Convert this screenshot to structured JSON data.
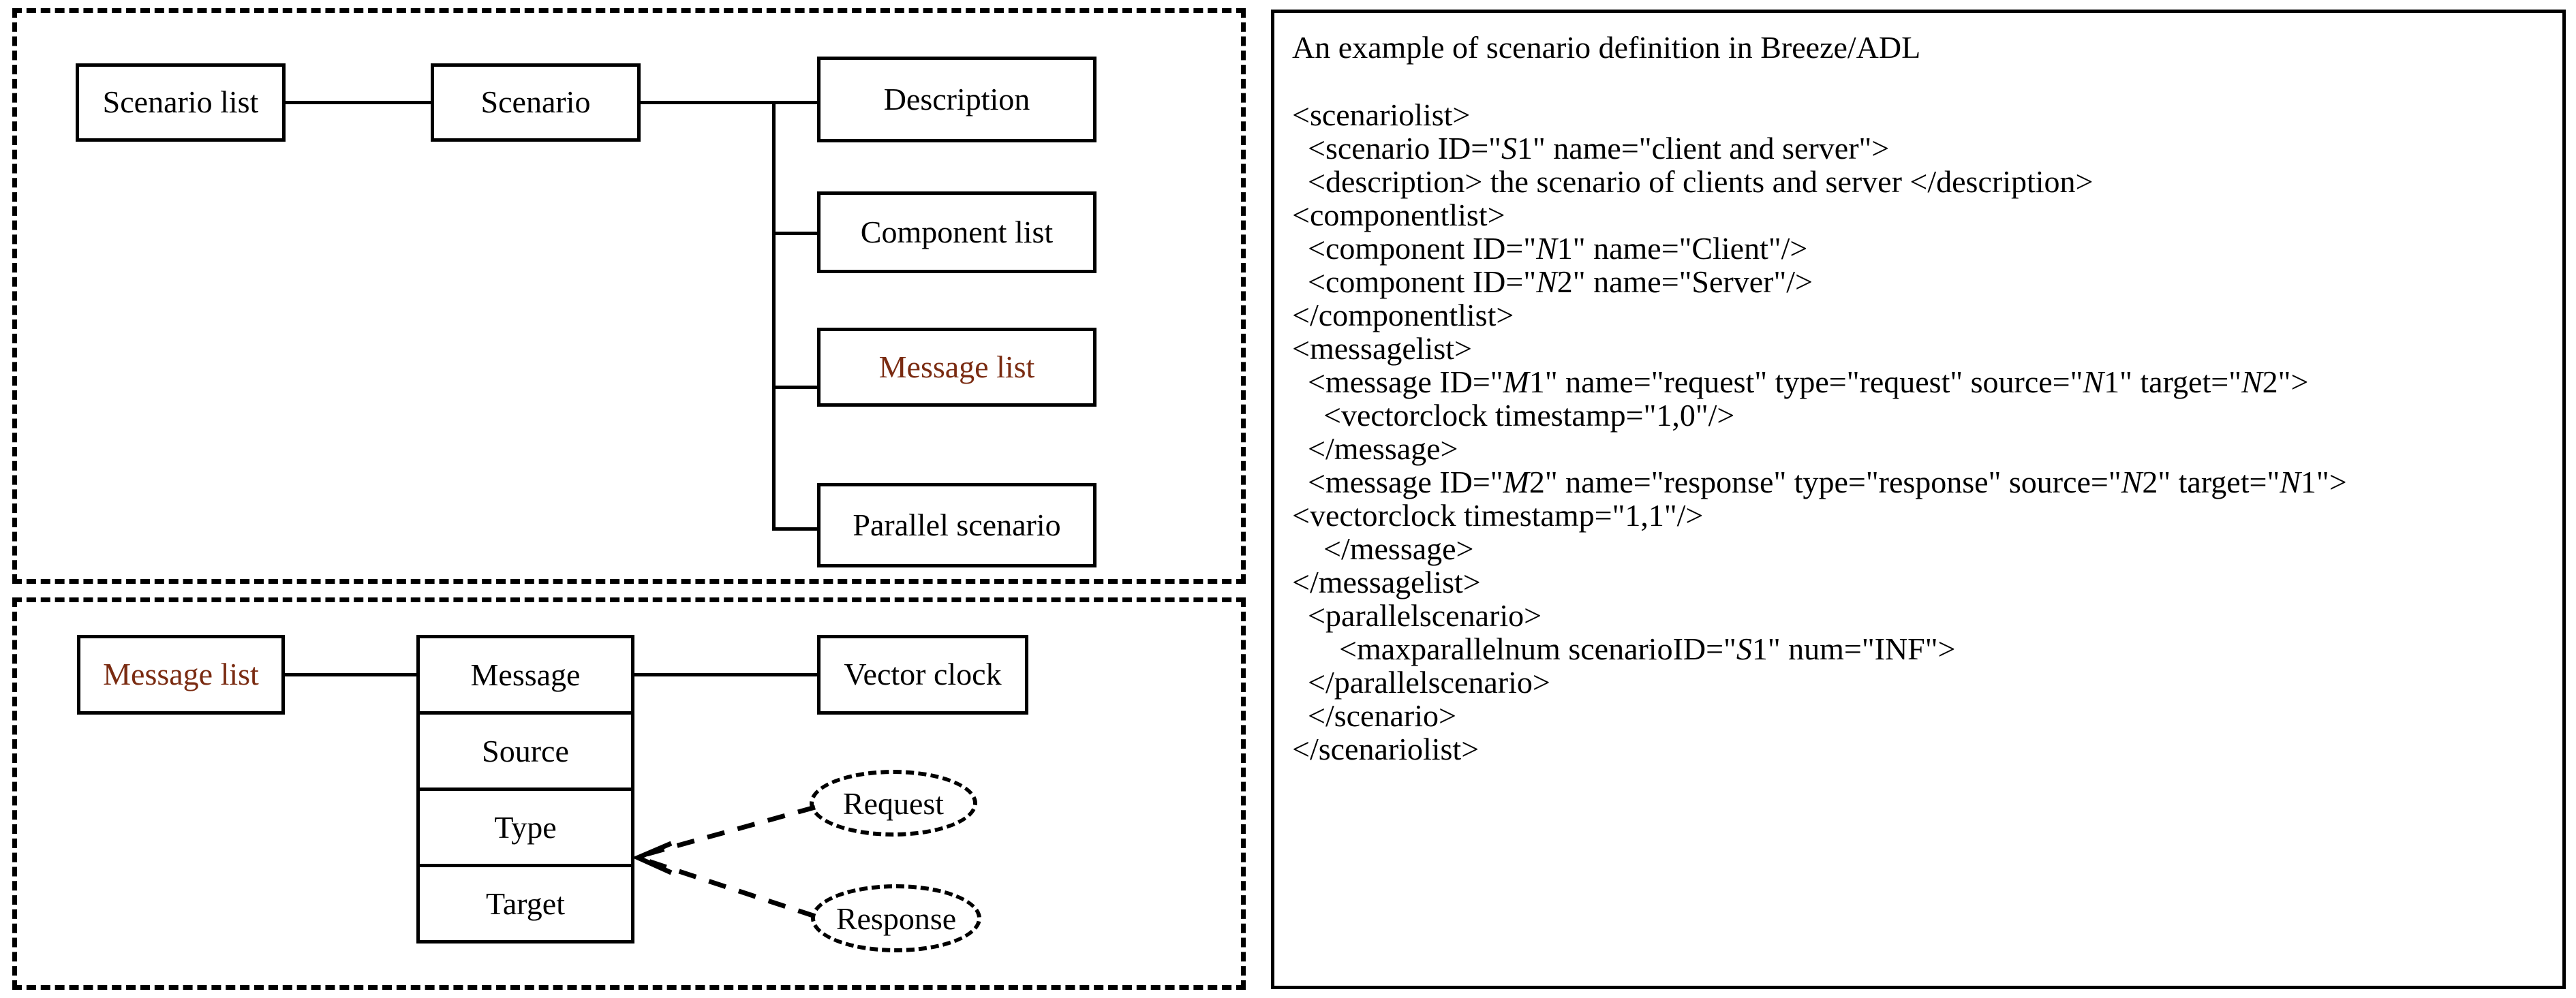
{
  "panels": {
    "scenario_group_label": "scenario-structure-panel",
    "message_group_label": "message-structure-panel",
    "code_panel_label": "breeze-adl-example-panel"
  },
  "scenario_tree": {
    "root": "Scenario list",
    "parent": "Scenario",
    "children": [
      "Description",
      "Component list",
      "Message list",
      "Parallel scenario"
    ],
    "highlighted_child": "Message list",
    "highlight_color": "#7A2B11"
  },
  "message_tree": {
    "root": "Message list",
    "root_color": "#7A2B11",
    "compartments": [
      "Message",
      "Source",
      "Type",
      "Target"
    ],
    "linked": "Vector clock",
    "type_values": [
      "Request",
      "Response"
    ]
  },
  "code_panel": {
    "title": "An example of scenario definition in Breeze/ADL",
    "lines": [
      {
        "indent": 0,
        "parts": [
          {
            "t": "<scenariolist>"
          }
        ]
      },
      {
        "indent": 1,
        "parts": [
          {
            "t": "<scenario ID=\""
          },
          {
            "t": "S",
            "i": true
          },
          {
            "t": "1\" name=\"client and server\">"
          }
        ]
      },
      {
        "indent": 1,
        "parts": [
          {
            "t": "<description> the scenario of clients and server </description>"
          }
        ]
      },
      {
        "indent": 0,
        "parts": [
          {
            "t": "<componentlist>"
          }
        ]
      },
      {
        "indent": 1,
        "parts": [
          {
            "t": "<component ID=\""
          },
          {
            "t": "N",
            "i": true
          },
          {
            "t": "1\" name=\"Client\"/>"
          }
        ]
      },
      {
        "indent": 1,
        "parts": [
          {
            "t": "<component ID=\""
          },
          {
            "t": "N",
            "i": true
          },
          {
            "t": "2\" name=\"Server\"/>"
          }
        ]
      },
      {
        "indent": 0,
        "parts": [
          {
            "t": "</componentlist>"
          }
        ]
      },
      {
        "indent": 0,
        "parts": [
          {
            "t": "<messagelist>"
          }
        ]
      },
      {
        "indent": 1,
        "parts": [
          {
            "t": "<message ID=\""
          },
          {
            "t": "M",
            "i": true
          },
          {
            "t": "1\" name=\"request\" type=\"request\" source=\""
          },
          {
            "t": "N",
            "i": true
          },
          {
            "t": "1\" target=\""
          },
          {
            "t": "N",
            "i": true
          },
          {
            "t": "2\">"
          }
        ]
      },
      {
        "indent": 2,
        "parts": [
          {
            "t": "<vectorclock timestamp=\"1,0\"/>"
          }
        ]
      },
      {
        "indent": 1,
        "parts": [
          {
            "t": "</message>"
          }
        ]
      },
      {
        "indent": 1,
        "parts": [
          {
            "t": "<message ID=\""
          },
          {
            "t": "M",
            "i": true
          },
          {
            "t": "2\" name=\"response\" type=\"response\" source=\""
          },
          {
            "t": "N",
            "i": true
          },
          {
            "t": "2\" target=\""
          },
          {
            "t": "N",
            "i": true
          },
          {
            "t": "1\">"
          }
        ]
      },
      {
        "indent": 0,
        "parts": [
          {
            "t": "<vectorclock timestamp=\"1,1\"/>"
          }
        ]
      },
      {
        "indent": 2,
        "parts": [
          {
            "t": "</message>"
          }
        ]
      },
      {
        "indent": 0,
        "parts": [
          {
            "t": "</messagelist>"
          }
        ]
      },
      {
        "indent": 1,
        "parts": [
          {
            "t": "<parallelscenario>"
          }
        ]
      },
      {
        "indent": 3,
        "parts": [
          {
            "t": "<maxparallelnum scenarioID=\""
          },
          {
            "t": "S",
            "i": true
          },
          {
            "t": "1\" num=\"INF\">"
          }
        ]
      },
      {
        "indent": 1,
        "parts": [
          {
            "t": "</parallelscenario>"
          }
        ]
      },
      {
        "indent": 1,
        "parts": [
          {
            "t": "</scenario>"
          }
        ]
      },
      {
        "indent": 0,
        "parts": [
          {
            "t": "</scenariolist>"
          }
        ]
      }
    ]
  }
}
